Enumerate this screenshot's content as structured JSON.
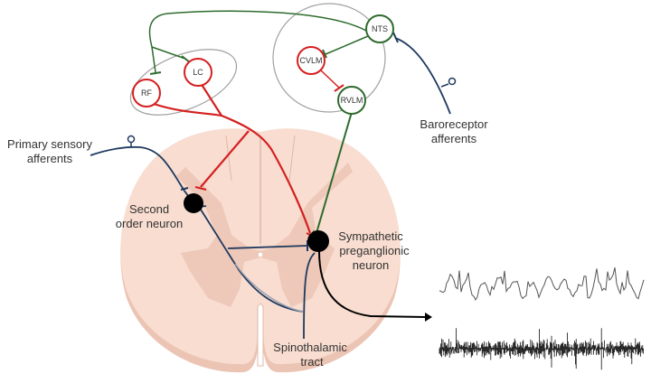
{
  "colors": {
    "excitatory_green": "#2e6b2e",
    "inhibitory_red": "#d42020",
    "afferent_blue": "#1f3a5f",
    "spinal_cord_fill": "#f8ddd0",
    "gray_matter": "#ecc2b2",
    "region_outline": "#a0a0a0"
  },
  "nuclei": {
    "rf": "RF",
    "lc": "LC",
    "nts": "NTS",
    "cvlm": "CVLM",
    "rvlm": "RVLM"
  },
  "labels": {
    "primary_sensory_line1": "Primary sensory",
    "primary_sensory_line2": "afferents",
    "baroreceptor_line1": "Baroreceptor",
    "baroreceptor_line2": "afferents",
    "second_order_line1": "Second",
    "second_order_line2": "order neuron",
    "sympathetic_line1": "Sympathetic",
    "sympathetic_line2": "preganglionic",
    "sympathetic_line3": "neuron",
    "spinothalamic_line1": "Spinothalamic",
    "spinothalamic_line2": "tract"
  },
  "traces": [
    {
      "name": "integrated-sympathetic-activity",
      "color": "#555555"
    },
    {
      "name": "raw-sympathetic-nerve-activity",
      "color": "#111111"
    }
  ]
}
